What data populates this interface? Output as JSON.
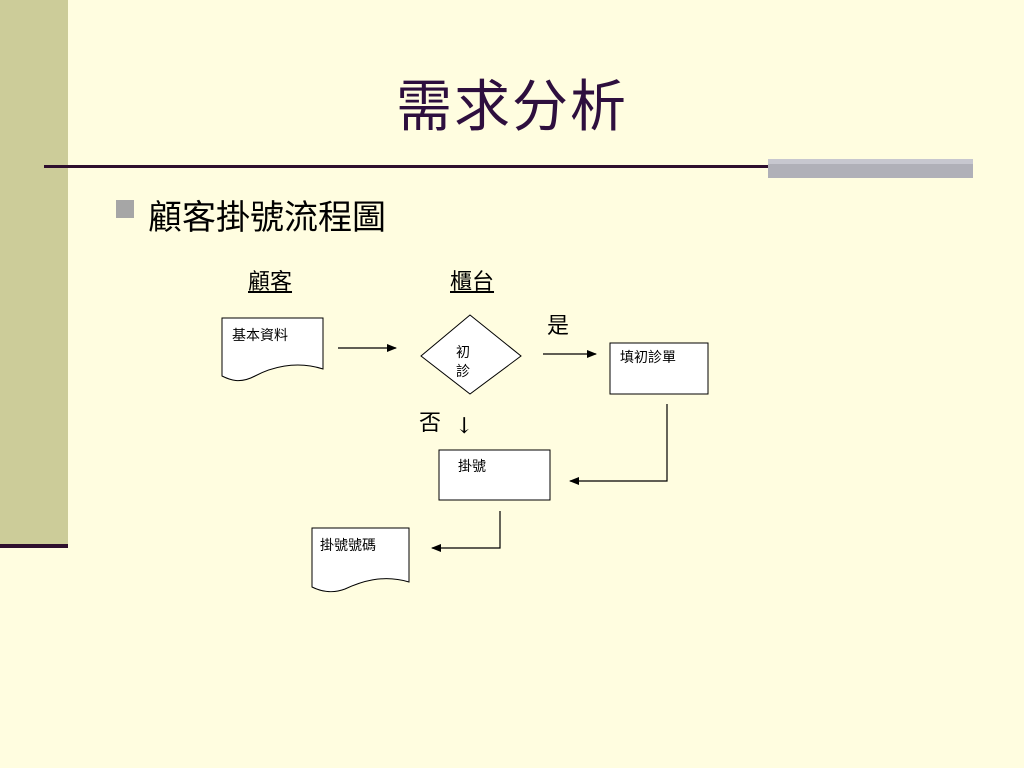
{
  "slide": {
    "title": "需求分析",
    "bullet_text": "顧客掛號流程圖"
  },
  "diagram": {
    "lanes": {
      "customer": "顧客",
      "counter": "櫃台"
    },
    "nodes": {
      "basic_data": "基本資料",
      "decision_char1": "初",
      "decision_char2": "診",
      "fill_form": "填初診單",
      "register": "掛號",
      "reg_number": "掛號號碼"
    },
    "labels": {
      "yes": "是",
      "no": "否",
      "down_arrow": "↓"
    }
  },
  "colors": {
    "background": "#FFFDE0",
    "side_bar": "#CCCC99",
    "rule": "#2E0F2E",
    "title_text": "#2E0F3E",
    "accent_bar": "#B0B0B8",
    "bullet": "#A6A6A6"
  }
}
